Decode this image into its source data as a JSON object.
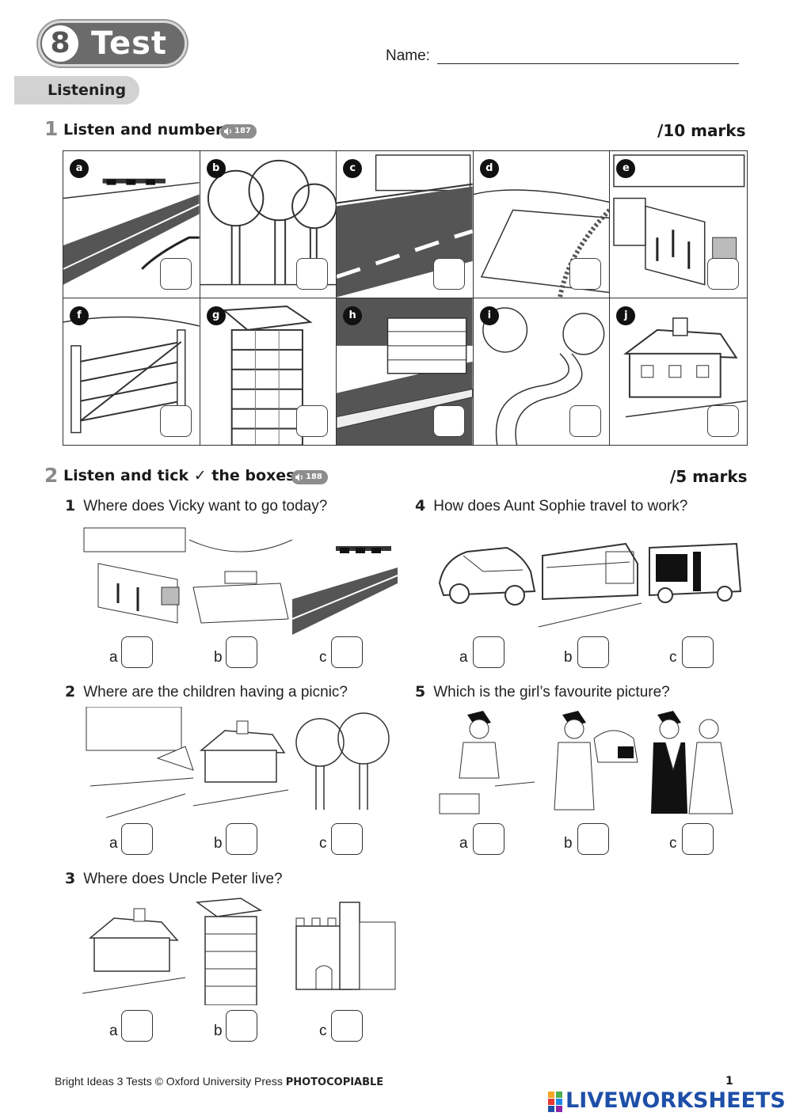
{
  "header": {
    "unit_number": "8",
    "title": "Test",
    "name_label": "Name:",
    "section_tab": "Listening"
  },
  "exercise1": {
    "number": "1",
    "title": "Listen and number.",
    "audio_track": "187",
    "marks": "/10 marks",
    "pictures": [
      {
        "letter": "a",
        "icon": "motorway-road-icon"
      },
      {
        "letter": "b",
        "icon": "forest-trees-icon"
      },
      {
        "letter": "c",
        "icon": "street-road-icon"
      },
      {
        "letter": "d",
        "icon": "field-hedge-icon"
      },
      {
        "letter": "e",
        "icon": "shopping-centre-icon"
      },
      {
        "letter": "f",
        "icon": "gate-icon"
      },
      {
        "letter": "g",
        "icon": "tower-block-icon"
      },
      {
        "letter": "h",
        "icon": "wall-icon"
      },
      {
        "letter": "i",
        "icon": "path-icon"
      },
      {
        "letter": "j",
        "icon": "cottage-icon"
      }
    ]
  },
  "exercise2": {
    "number": "2",
    "title": "Listen and tick ✓ the boxes.",
    "audio_track": "188",
    "marks": "/5 marks",
    "questions": [
      {
        "num": "1",
        "text": "Where does Vicky want to go today?",
        "options": [
          "a",
          "b",
          "c"
        ],
        "pictures": [
          "shopping-centre-icon",
          "party-table-icon",
          "motorway-road-icon"
        ]
      },
      {
        "num": "2",
        "text": "Where are the children having a picnic?",
        "options": [
          "a",
          "b",
          "c"
        ],
        "pictures": [
          "park-umbrella-icon",
          "cottage-icon",
          "forest-trees-icon"
        ]
      },
      {
        "num": "3",
        "text": "Where does Uncle Peter live?",
        "options": [
          "a",
          "b",
          "c"
        ],
        "pictures": [
          "cottage-icon",
          "tower-block-icon",
          "castle-icon"
        ]
      },
      {
        "num": "4",
        "text": "How does Aunt Sophie travel to work?",
        "options": [
          "a",
          "b",
          "c"
        ],
        "pictures": [
          "car-icon",
          "train-icon",
          "bus-icon"
        ]
      },
      {
        "num": "5",
        "text": "Which is the girl’s favourite picture?",
        "options": [
          "a",
          "b",
          "c"
        ],
        "pictures": [
          "man-studying-icon",
          "man-farm-icon",
          "wedding-couple-icon"
        ]
      }
    ]
  },
  "footer": {
    "copyright": "Bright Ideas 3 Tests © Oxford University Press",
    "photocopiable": "PHOTOCOPIABLE",
    "page_number": "1",
    "brand": "LIVEWORKSHEETS"
  },
  "colors": {
    "badge_bg": "#6b6b6b",
    "tab_bg": "#d2d2d2",
    "section_number": "#8a8a8a",
    "brand_blue": "#1e4fa8"
  }
}
